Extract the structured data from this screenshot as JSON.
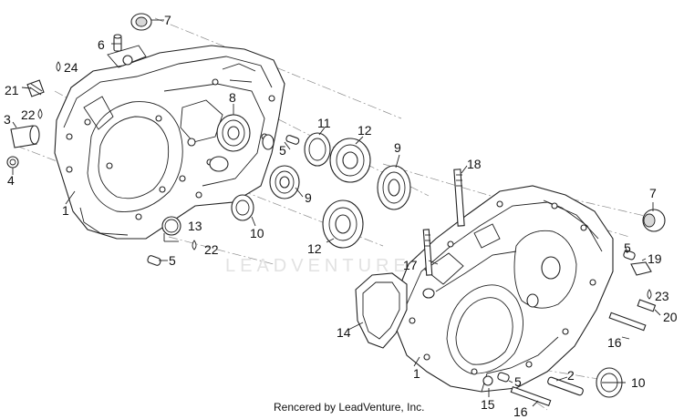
{
  "callouts": {
    "c1a": "1",
    "c1b": "1",
    "c2": "2",
    "c3": "3",
    "c4": "4",
    "c5a": "5",
    "c5b": "5",
    "c5c": "5",
    "c5d": "5",
    "c6": "6",
    "c7a": "7",
    "c7b": "7",
    "c8": "8",
    "c9a": "9",
    "c9b": "9",
    "c10a": "10",
    "c10b": "10",
    "c11": "11",
    "c12a": "12",
    "c12b": "12",
    "c13": "13",
    "c14": "14",
    "c15": "15",
    "c16a": "16",
    "c16b": "16",
    "c17": "17",
    "c18": "18",
    "c19": "19",
    "c20": "20",
    "c21": "21",
    "c22a": "22",
    "c22b": "22",
    "c23": "23",
    "c24": "24"
  },
  "watermark": "LEADVENTURE",
  "footer": "Rencered by LeadVenture, Inc.",
  "colors": {
    "ink": "#222222",
    "watermark": "#e2e2e2",
    "background": "#ffffff"
  },
  "icons": [
    "drop-icon"
  ]
}
